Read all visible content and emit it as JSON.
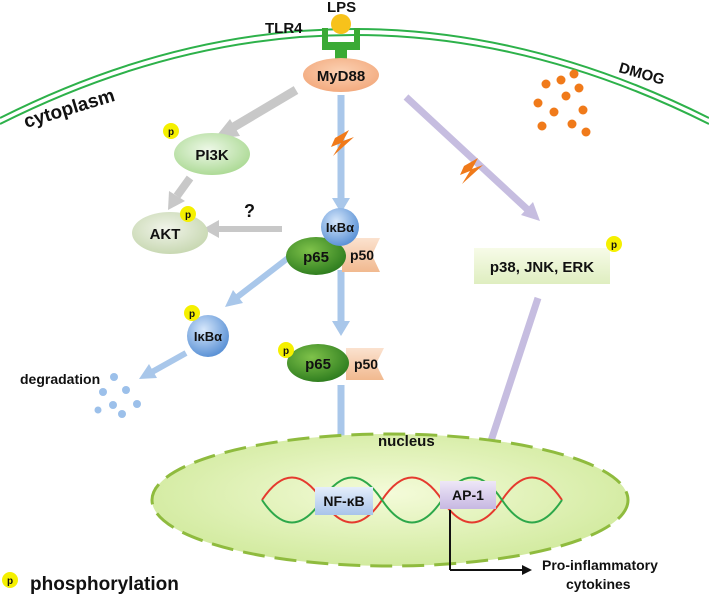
{
  "labels": {
    "lps": "LPS",
    "tlr4": "TLR4",
    "myd88": "MyD88",
    "cytoplasm": "cytoplasm",
    "dmog": "DMOG",
    "pi3k": "PI3K",
    "akt": "AKT",
    "question": "?",
    "ikba": "IκBα",
    "p65": "p65",
    "p50": "p50",
    "mapk": "p38, JNK, ERK",
    "degradation": "degradation",
    "nucleus": "nucleus",
    "nfkb": "NF-κB",
    "ap1": "AP-1",
    "output_line1": "Pro-inflammatory",
    "output_line2": "cytokines",
    "phos_symbol": "p",
    "legend": "phosphorylation"
  },
  "colors": {
    "membrane": "#2db14a",
    "myd88": "#f6b48a",
    "ligand": "#f7c21b",
    "receptor": "#3aaa35",
    "dmog_dots": "#f07a1a",
    "phospho": "#f5f000",
    "nucleus_fill": "#dff0a8",
    "nucleus_border": "#8fbb3e",
    "gray_arrow": "#c8c8c8",
    "blue_arrow": "#a9c7ea",
    "purple_arrow": "#c6bde0"
  }
}
